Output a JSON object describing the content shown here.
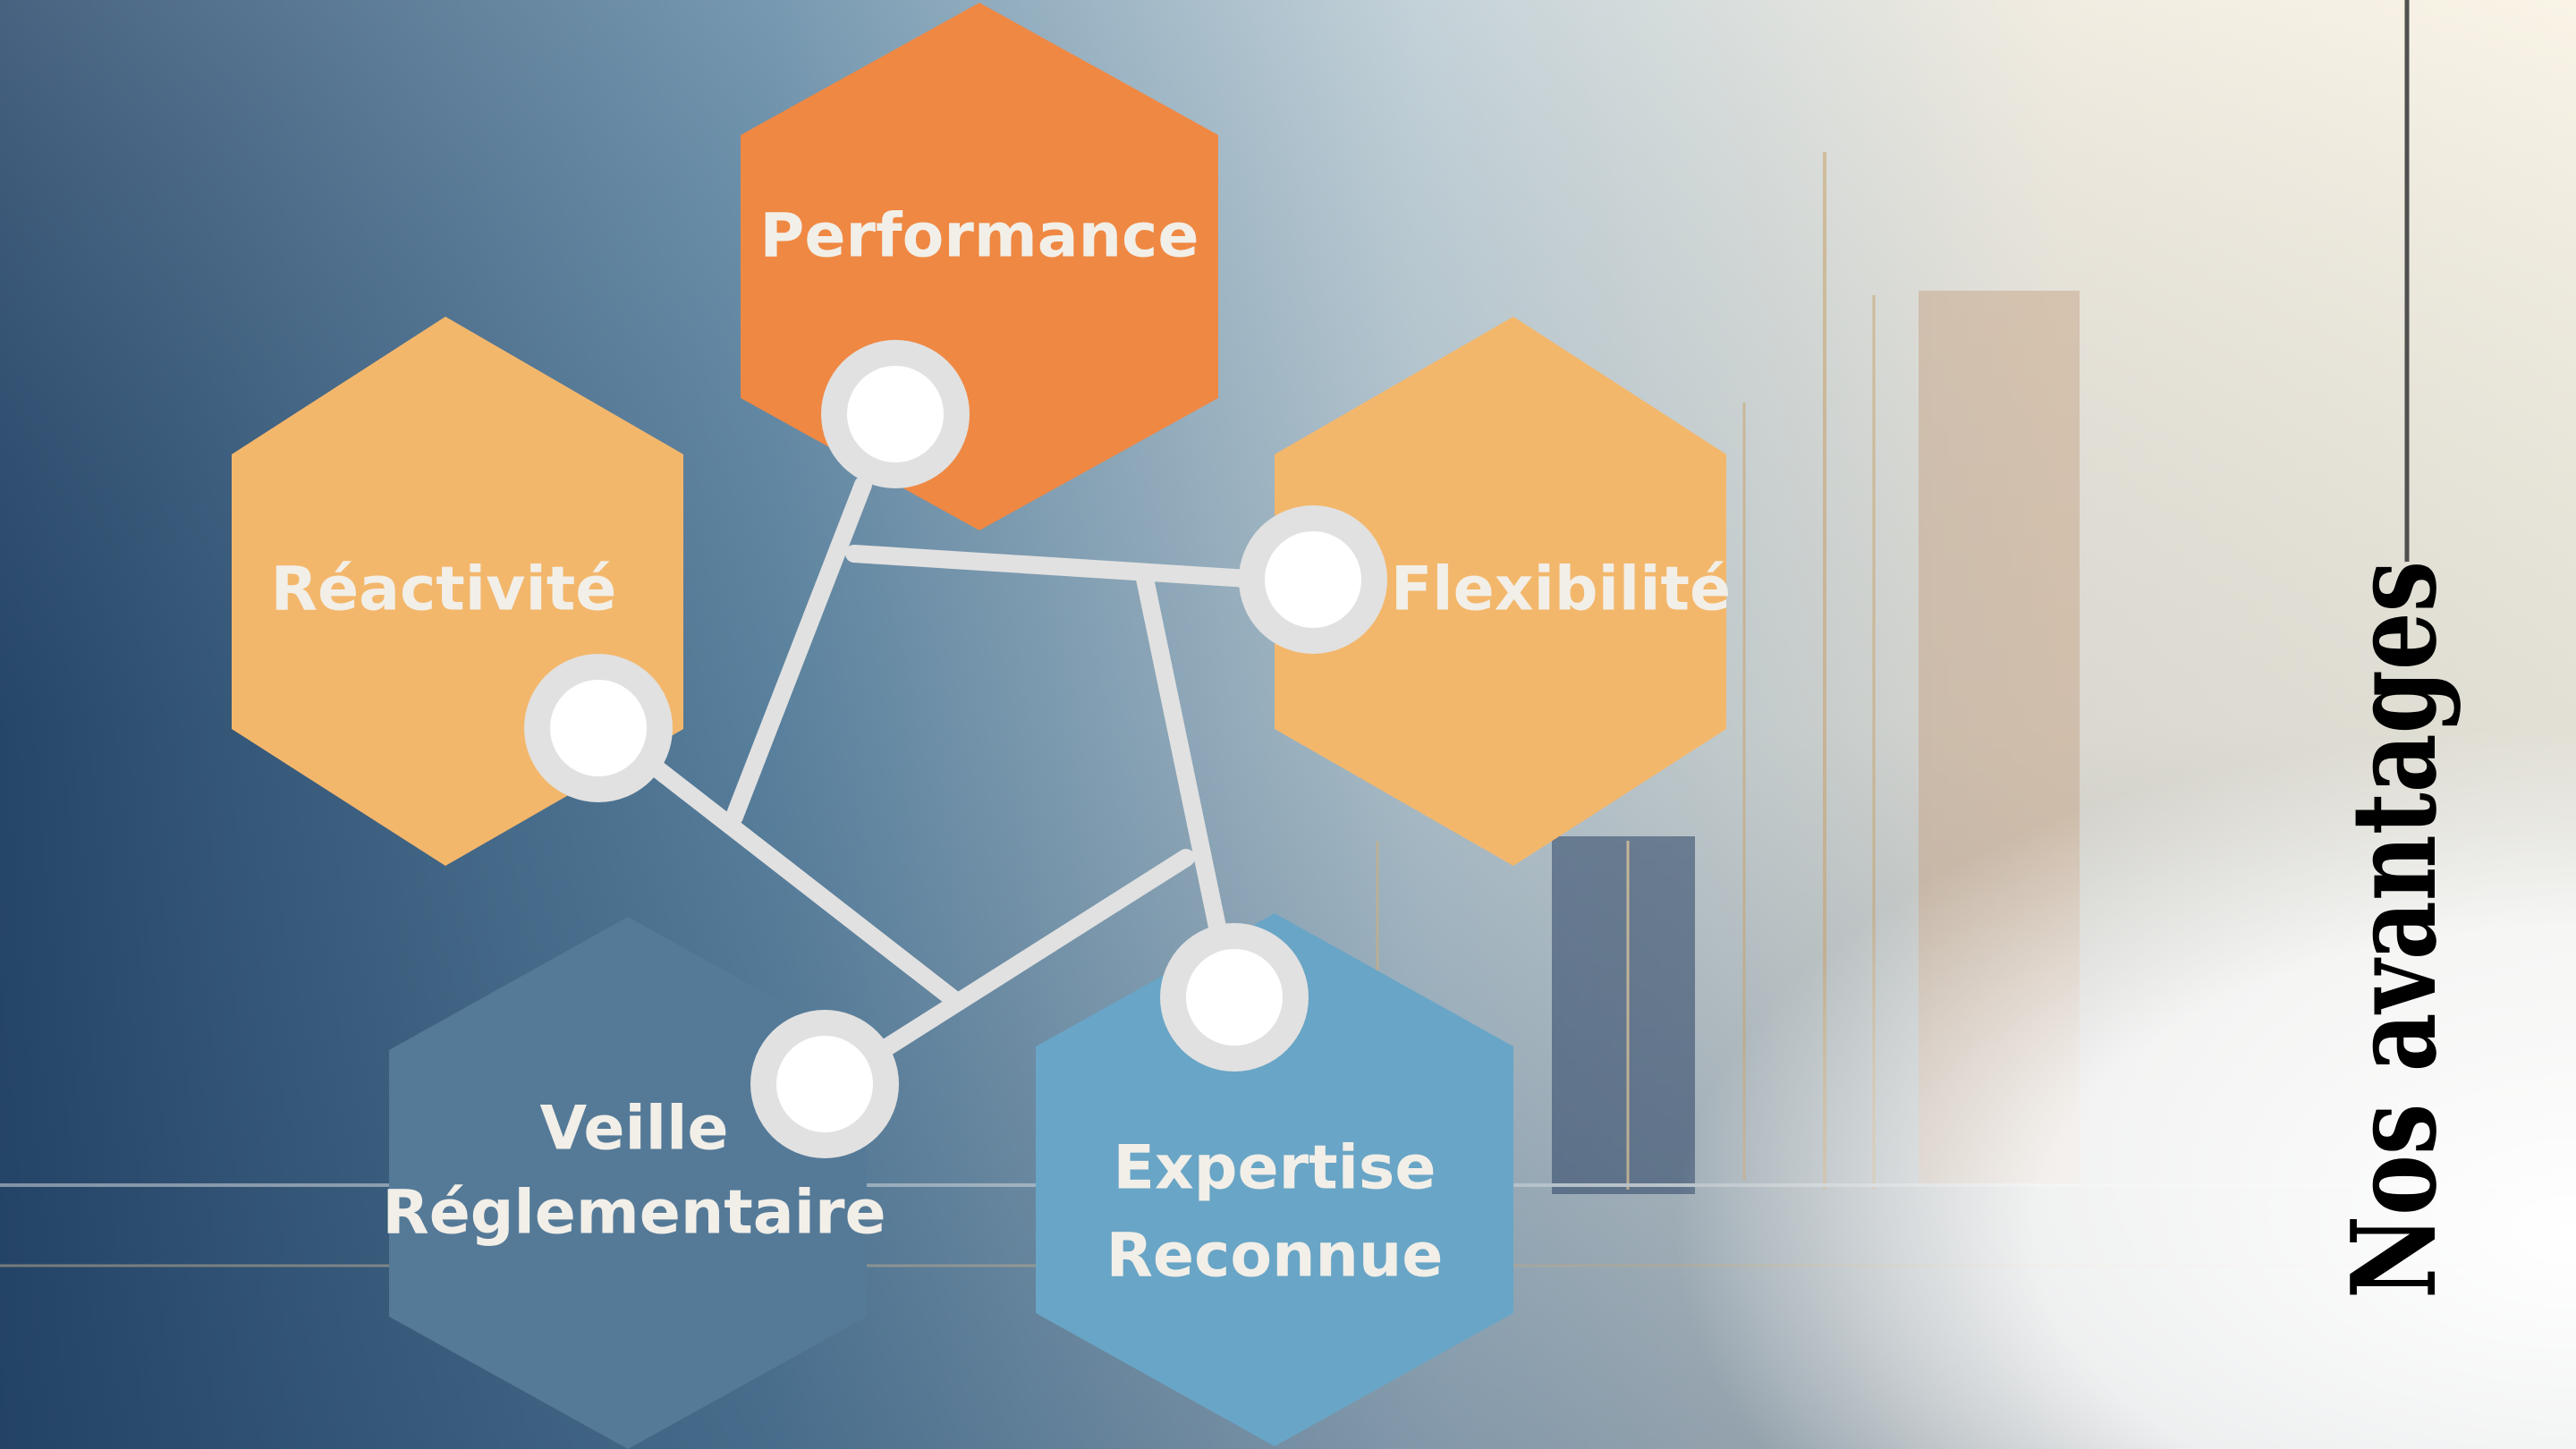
{
  "title": "Nos avantages",
  "advantages": [
    {
      "label": "Performance",
      "color": "#ef8843"
    },
    {
      "label": "Réactivité",
      "color": "#f3b76c"
    },
    {
      "label": "Flexibilité",
      "color": "#f3b76c"
    },
    {
      "label_lines": [
        "Veille",
        "Réglementaire"
      ],
      "color": "#557a98"
    },
    {
      "label_lines": [
        "Expertise",
        "Reconnue"
      ],
      "color": "#69a5c6"
    }
  ]
}
